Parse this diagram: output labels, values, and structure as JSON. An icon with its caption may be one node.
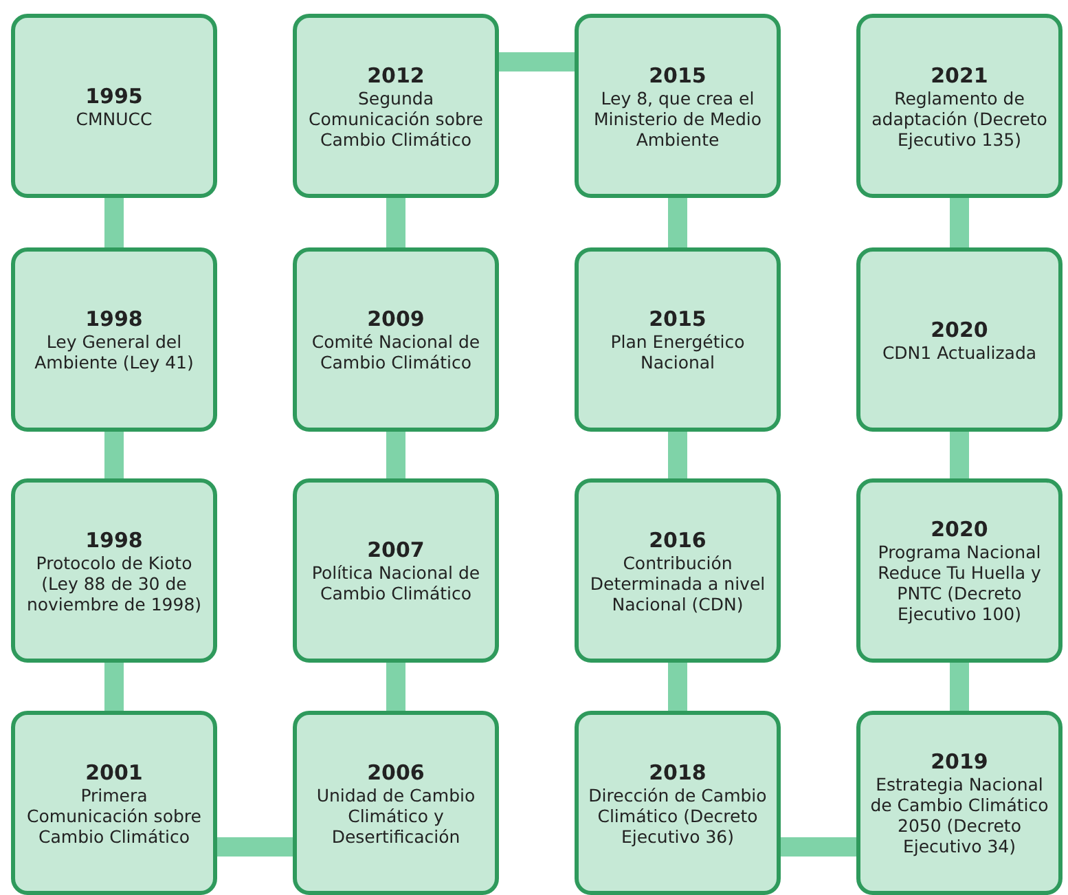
{
  "diagram": {
    "nodes": [
      {
        "text": [
          "1995",
          "CMNUCC"
        ]
      },
      {
        "text": [
          "1998",
          "Ley General del Ambiente (Ley 41)"
        ]
      },
      {
        "text": [
          "1998",
          "Protocolo de Kioto (Ley 88 de 30 de noviembre de 1998)"
        ]
      },
      {
        "text": [
          "2001",
          "Primera Comunicación sobre Cambio Climático"
        ]
      },
      {
        "text": [
          "2012",
          "Segunda Comunicación sobre Cambio Climático"
        ]
      },
      {
        "text": [
          "2009",
          "Comité Nacional de Cambio Climático"
        ]
      },
      {
        "text": [
          "2007",
          "Política Nacional de Cambio Climático"
        ]
      },
      {
        "text": [
          "2006",
          "Unidad de Cambio Climático y Desertificación"
        ]
      },
      {
        "text": [
          "2015",
          "Ley 8, que crea el Ministerio de Medio Ambiente"
        ]
      },
      {
        "text": [
          "2015",
          "Plan Energético Nacional"
        ]
      },
      {
        "text": [
          "2016",
          "Contribución Determinada a nivel Nacional (CDN)"
        ]
      },
      {
        "text": [
          "2018",
          "Dirección de Cambio Climático (Decreto Ejecutivo 36)"
        ]
      },
      {
        "text": [
          "2021",
          "Reglamento de adaptación (Decreto Ejecutivo 135)"
        ]
      },
      {
        "text": [
          "2020",
          "CDN1 Actualizada"
        ]
      },
      {
        "text": [
          "2020",
          "Programa Nacional Reduce Tu Huella y PNTC (Decreto Ejecutivo 100)"
        ]
      },
      {
        "text": [
          "2019",
          "Estrategia Nacional de Cambio Climático 2050 (Decreto Ejecutivo 34)"
        ]
      }
    ],
    "edges": [
      {
        "from": 0,
        "to": 1,
        "arrow": "none"
      },
      {
        "from": 1,
        "to": 2,
        "arrow": "none"
      },
      {
        "from": 2,
        "to": 3,
        "arrow": "none"
      },
      {
        "from": 3,
        "to": 7,
        "arrow": "none"
      },
      {
        "from": 7,
        "to": 6,
        "arrow": "none"
      },
      {
        "from": 6,
        "to": 5,
        "arrow": "none"
      },
      {
        "from": 5,
        "to": 4,
        "arrow": "none"
      },
      {
        "from": 4,
        "to": 8,
        "arrow": "none"
      },
      {
        "from": 8,
        "to": 9,
        "arrow": "none"
      },
      {
        "from": 9,
        "to": 10,
        "arrow": "none"
      },
      {
        "from": 10,
        "to": 11,
        "arrow": "none"
      },
      {
        "from": 11,
        "to": 15,
        "arrow": "none"
      },
      {
        "from": 15,
        "to": 14,
        "arrow": "none"
      },
      {
        "from": 14,
        "to": 13,
        "arrow": "none"
      },
      {
        "from": 13,
        "to": 12,
        "arrow": "none"
      }
    ]
  }
}
